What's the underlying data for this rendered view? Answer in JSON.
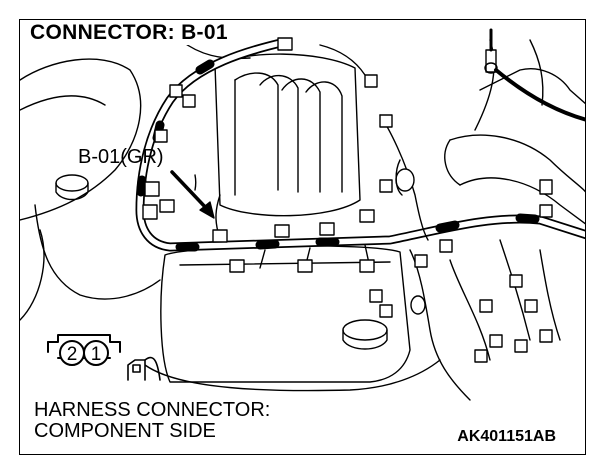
{
  "title": "CONNECTOR: B-01",
  "callout": "B-01(GR)",
  "connector_face": {
    "pins": [
      "2",
      "1"
    ]
  },
  "caption": {
    "line1": "HARNESS CONNECTOR:",
    "line2": "COMPONENT SIDE"
  },
  "figure_code": "AK401151AB"
}
